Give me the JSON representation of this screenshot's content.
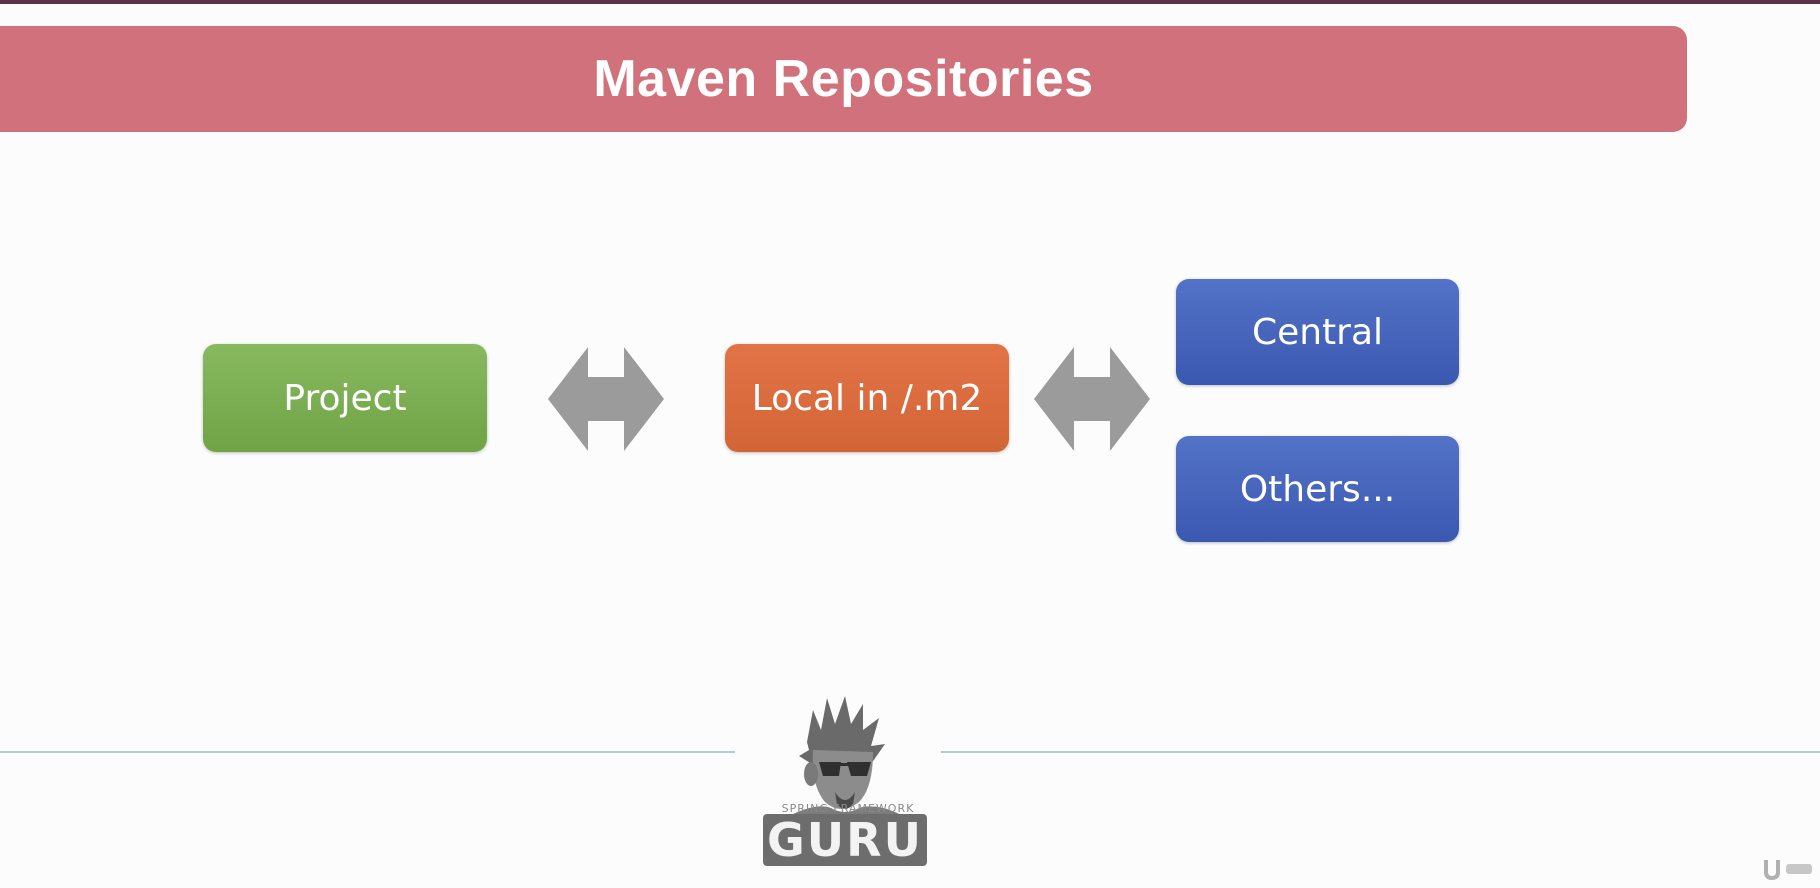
{
  "title": "Maven Repositories",
  "nodes": {
    "project": "Project",
    "local": "Local in /.m2",
    "central": "Central",
    "others": "Others..."
  },
  "logo": {
    "caption": "SPRING FRAMEWORK",
    "word": "GURU"
  },
  "colors": {
    "banner": "#d1717b",
    "project": "#79ad50",
    "local": "#dd6b3e",
    "remote": "#4565bb",
    "arrow": "#999999"
  },
  "icons": {
    "arrow": "double-headed-arrow-icon",
    "logo": "spring-framework-guru-logo"
  }
}
